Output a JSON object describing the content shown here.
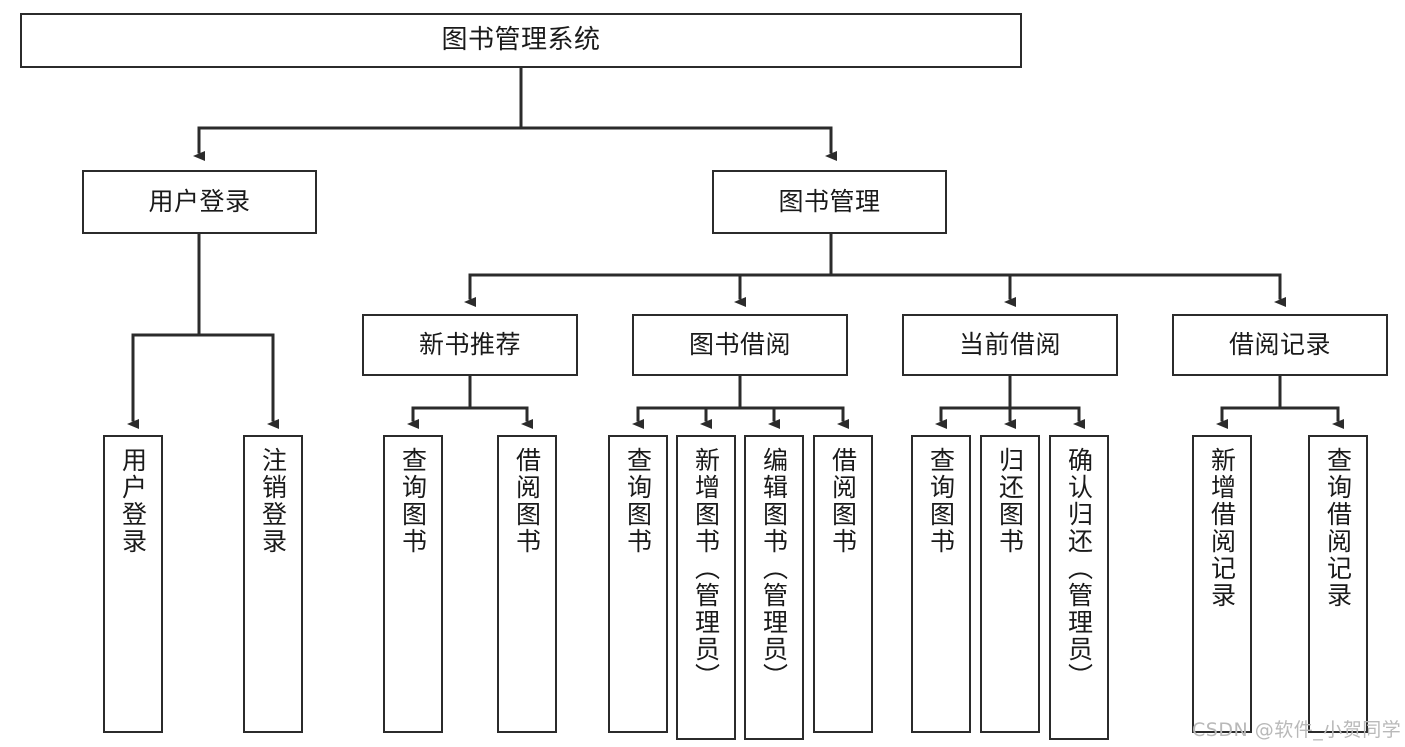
{
  "diagram": {
    "title": "图书管理系统",
    "type": "tree",
    "orientation": "top-down",
    "colors": {
      "node_border": "#2b2b2b",
      "node_fill": "#ffffff",
      "edge": "#2b2b2b",
      "text": "#1a1a1a",
      "watermark": "#b9b9b9",
      "background": "#ffffff"
    },
    "nodes": {
      "root": {
        "label": "图书管理系统"
      },
      "level2": [
        {
          "id": "user-login",
          "label": "用户登录"
        },
        {
          "id": "book-manage",
          "label": "图书管理"
        }
      ],
      "level3": [
        {
          "id": "new-book-rec",
          "label": "新书推荐"
        },
        {
          "id": "book-borrow",
          "label": "图书借阅"
        },
        {
          "id": "current-borrow",
          "label": "当前借阅"
        },
        {
          "id": "borrow-record",
          "label": "借阅记录"
        }
      ],
      "leaves": [
        {
          "id": "leaf-user-login",
          "label": "用户登录",
          "parent": "user-login"
        },
        {
          "id": "leaf-logout-login",
          "label": "注销登录",
          "parent": "user-login"
        },
        {
          "id": "leaf-query-book-1",
          "label": "查询图书",
          "parent": "new-book-rec"
        },
        {
          "id": "leaf-borrow-book-1",
          "label": "借阅图书",
          "parent": "new-book-rec"
        },
        {
          "id": "leaf-query-book-2",
          "label": "查询图书",
          "parent": "book-borrow"
        },
        {
          "id": "leaf-add-book",
          "label": "新增图书（管理员）",
          "parent": "book-borrow"
        },
        {
          "id": "leaf-edit-book",
          "label": "编辑图书（管理员）",
          "parent": "book-borrow"
        },
        {
          "id": "leaf-borrow-book-2",
          "label": "借阅图书",
          "parent": "book-borrow"
        },
        {
          "id": "leaf-query-book-3",
          "label": "查询图书",
          "parent": "current-borrow"
        },
        {
          "id": "leaf-return-book",
          "label": "归还图书",
          "parent": "current-borrow"
        },
        {
          "id": "leaf-confirm-return",
          "label": "确认归还（管理员）",
          "parent": "current-borrow"
        },
        {
          "id": "leaf-add-record",
          "label": "新增借阅记录",
          "parent": "borrow-record"
        },
        {
          "id": "leaf-query-record",
          "label": "查询借阅记录",
          "parent": "borrow-record"
        }
      ]
    }
  },
  "watermark": {
    "text": "CSDN @软件_小贺同学"
  }
}
